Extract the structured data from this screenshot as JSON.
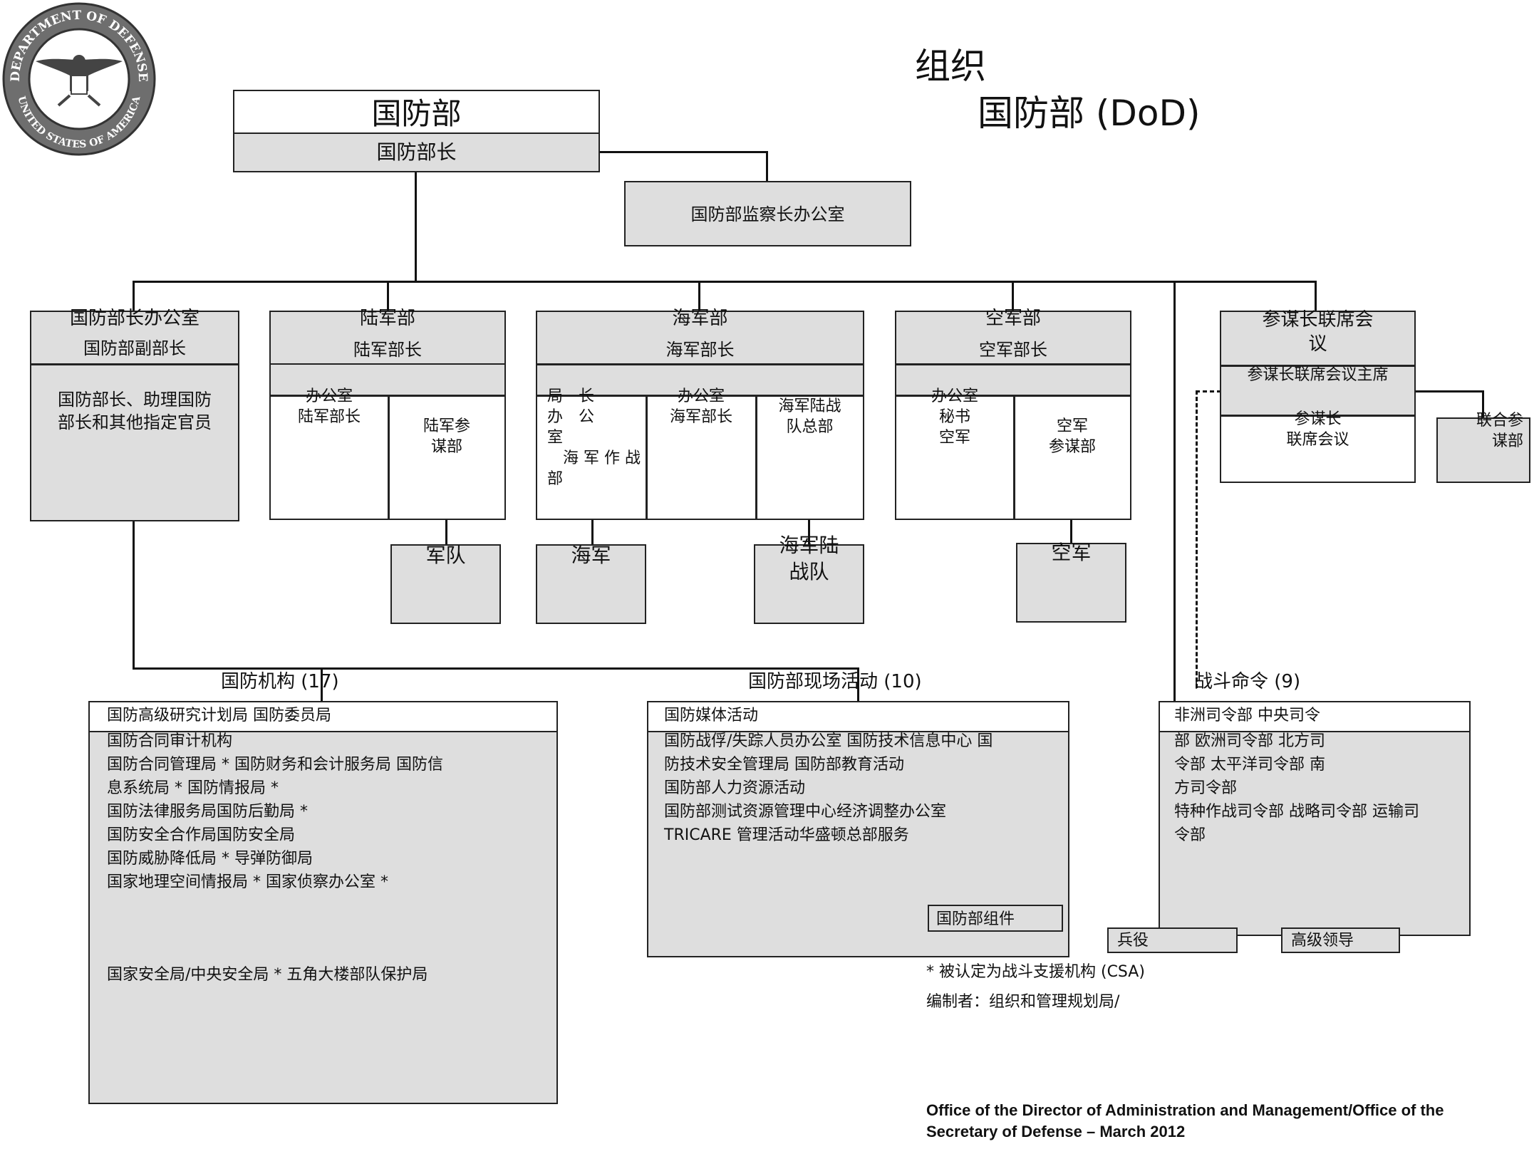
{
  "seal": {
    "ring_text_top": "DEPARTMENT OF DEFENSE",
    "ring_text_bottom": "UNITED STATES OF AMERICA"
  },
  "heading": {
    "line1": "组织",
    "line2": "国防部 (DoD)"
  },
  "top": {
    "title": "国防部",
    "subtitle": "国防部长"
  },
  "inspector": "国防部监察长办公室",
  "osd": {
    "title": "国防部长办公室",
    "subtitle": "国防部副部长",
    "body": "国防部长、助理国防\n部长和其他指定官员"
  },
  "army": {
    "title": "陆军部",
    "subtitle": "陆军部长",
    "left": "办公室\n陆军部长",
    "right": "陆军参\n谋部",
    "child": "军队"
  },
  "navy": {
    "title": "海军部",
    "subtitle": "海军部长",
    "c1": "局　长\n办　公\n室\n　海 军 作 战\n部",
    "c2": "办公室\n海军部长",
    "c3": "海军陆战\n队总部",
    "child_navy": "海军",
    "child_marines": "海军陆\n战队"
  },
  "airforce": {
    "title": "空军部",
    "subtitle": "空军部长",
    "left": "办公室\n秘书\n空军",
    "right": "空军\n参谋部",
    "child": "空军"
  },
  "jcs": {
    "title": "参谋长联席会\n议",
    "chairman": "参谋长联席会议主席",
    "lower": "参谋长\n联席会议",
    "joint_staff": "联合参\n谋部"
  },
  "agencies": {
    "heading": "国防机构 (17)",
    "first": "国防高级研究计划局 国防委员局",
    "body": "国防合同审计机构\n国防合同管理局 * 国防财务和会计服务局 国防信\n息系统局 * 国防情报局 *\n国防法律服务局国防后勤局 *\n国防安全合作局国防安全局\n国防威胁降低局 * 导弹防御局\n国家地理空间情报局 * 国家侦察办公室 *",
    "last": "国家安全局/中央安全局 * 五角大楼部队保护局"
  },
  "field": {
    "heading": "国防部现场活动 (10)",
    "first": "国防媒体活动",
    "body": "国防战俘/失踪人员办公室 国防技术信息中心 国\n防技术安全管理局 国防部教育活动\n国防部人力资源活动\n国防部测试资源管理中心经济调整办公室\nTRICARE 管理活动华盛顿总部服务",
    "legend": "国防部组件"
  },
  "combatant": {
    "heading": "战斗命令 (9)",
    "first": "非洲司令部 中央司令",
    "body": "部 欧洲司令部 北方司\n令部 太平洋司令部 南\n方司令部\n特种作战司令部 战略司令部 运输司\n令部",
    "service": "兵役",
    "senior": "高级领导"
  },
  "notes": {
    "csa": "* 被认定为战斗支援机构 (CSA)",
    "compiled": "编制者：组织和管理规划局/",
    "footer": "Office of the Director of Administration and Management/Office of the\nSecretary of Defense – March 2012"
  }
}
